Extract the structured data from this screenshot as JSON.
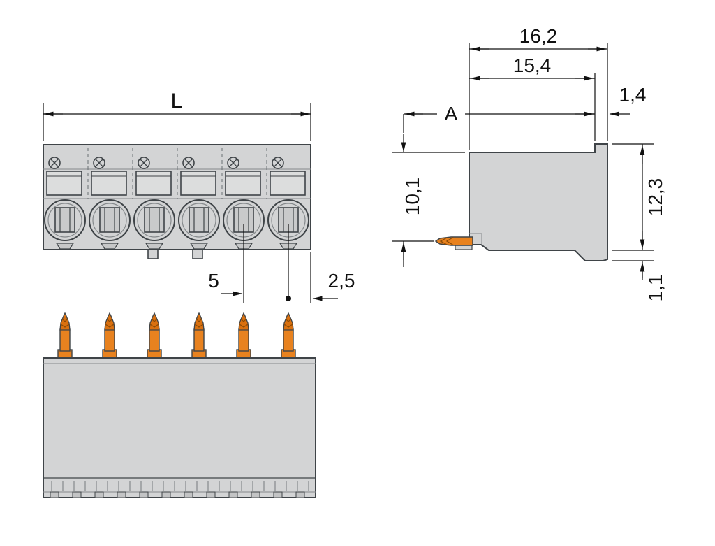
{
  "dims": {
    "length": "L",
    "pitch": "5",
    "edge_offset": "2,5",
    "total_depth": "16,2",
    "housing_depth": "15,4",
    "a": "A",
    "tab": "1,4",
    "pin_drop": "10,1",
    "height": "12,3",
    "foot": "1,1"
  },
  "colors": {
    "housing": "#d3d4d5",
    "housing_light": "#dcdddd",
    "housing_shade": "#c9cacb",
    "outline": "#3f4448",
    "pin_orange": "#e8821f",
    "pin_orange_dark": "#d9700f",
    "dimension": "#111111"
  }
}
